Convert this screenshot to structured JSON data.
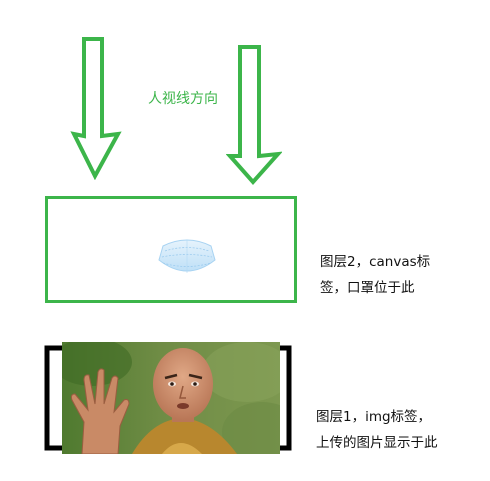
{
  "sight_direction_label": "人视线方向",
  "layer2": {
    "note_line1": "图层2，canvas标",
    "note_line2": "签，口罩位于此"
  },
  "layer1": {
    "note_line1": "图层1，img标签，",
    "note_line2": "上传的图片显示于此"
  },
  "colors": {
    "accent_green": "#3cb54a",
    "frame_black": "#000000",
    "mask_blue": "#bfe0f7"
  },
  "icons": {
    "arrow_left": "down-arrow-icon",
    "arrow_right": "down-arrow-icon",
    "mask": "face-mask-icon",
    "photo": "portrait-photo"
  }
}
